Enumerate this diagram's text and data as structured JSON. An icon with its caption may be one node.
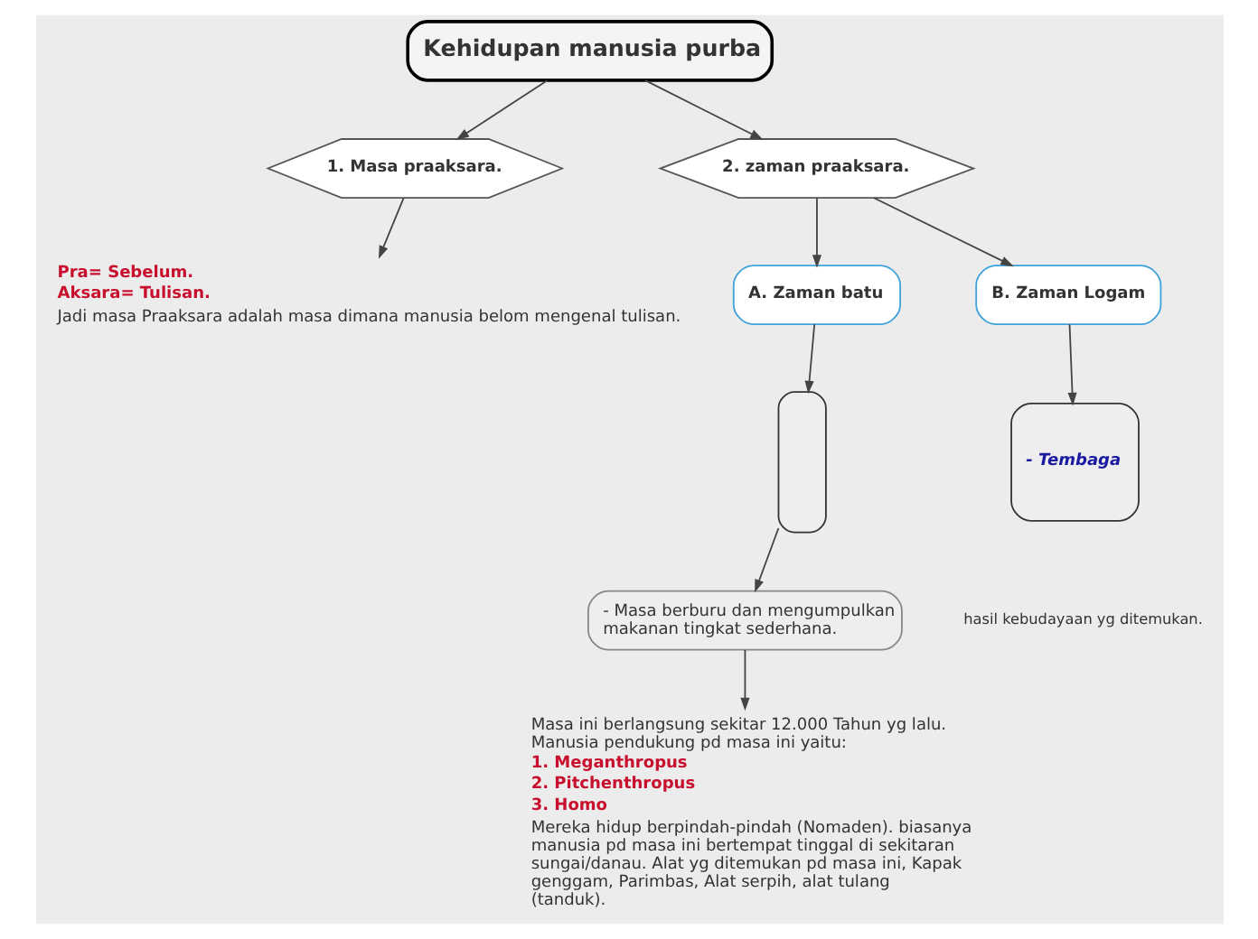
{
  "diagram": {
    "nodes": [
      {
        "text": [
          "Kehidupan manusia purba"
        ]
      },
      {
        "text": [
          "1. Masa praaksara."
        ]
      },
      {
        "text": [
          "Pra= Sebelum.",
          "Aksara= Tulisan.",
          "Jadi masa Praaksara adalah masa dimana manusia belom mengenal tulisan."
        ]
      },
      {
        "text": [
          "2. zaman praaksara."
        ]
      },
      {
        "text": [
          "A. Zaman batu"
        ]
      },
      {
        "text": [
          "B. Zaman Logam"
        ]
      },
      {
        "text": [],
        "shape": "box"
      },
      {
        "text": [
          "- Masa berburu dan mengumpulkan makanan tingkat sederhana."
        ]
      },
      {
        "text": [
          "Masa ini berlangsung sekitar 12.000 Tahun yg lalu. Manusia pendukung pd masa ini yaitu:",
          "1. Meganthropus",
          "2. Pitchenthropus",
          "3. Homo",
          "Mereka hidup berpindah-pindah (Nomaden). biasanya manusia pd masa ini bertempat tinggal di sekitaran sungai/danau. Alat yg ditemukan pd masa ini, Kapak genggam, Parimbas, Alat serpih, alat tulang (tanduk)."
        ]
      },
      {
        "text": [
          "- Tembaga"
        ]
      }
    ],
    "edges": [
      {
        "from": 0,
        "to": 1,
        "arrow": "to"
      },
      {
        "from": 1,
        "to": 2,
        "arrow": "to"
      },
      {
        "from": 0,
        "to": 3,
        "arrow": "to"
      },
      {
        "from": 3,
        "to": 4,
        "arrow": "to"
      },
      {
        "from": 3,
        "to": 5,
        "arrow": "to"
      },
      {
        "from": 4,
        "to": 6,
        "arrow": "to"
      },
      {
        "from": 6,
        "to": 7,
        "arrow": "to"
      },
      {
        "from": 7,
        "to": 8,
        "arrow": "to"
      },
      {
        "from": 5,
        "to": 9,
        "arrow": "to"
      }
    ],
    "labels": [
      "hasil kebudayaan yg ditemukan."
    ]
  }
}
